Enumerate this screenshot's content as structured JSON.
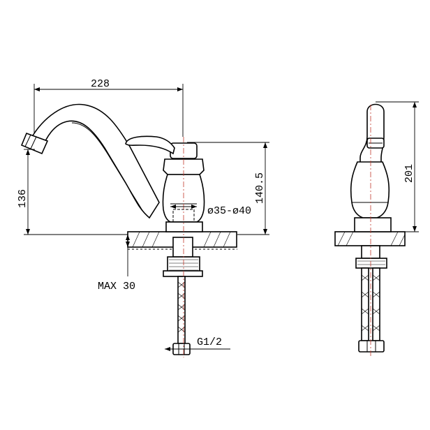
{
  "dimensions": {
    "spout_reach": "228",
    "spout_height": "136",
    "body_height": "140.5",
    "total_height": "201",
    "hole_diameter": "ø35-ø40",
    "max_thickness": "MAX 30",
    "thread": "G1/2"
  }
}
